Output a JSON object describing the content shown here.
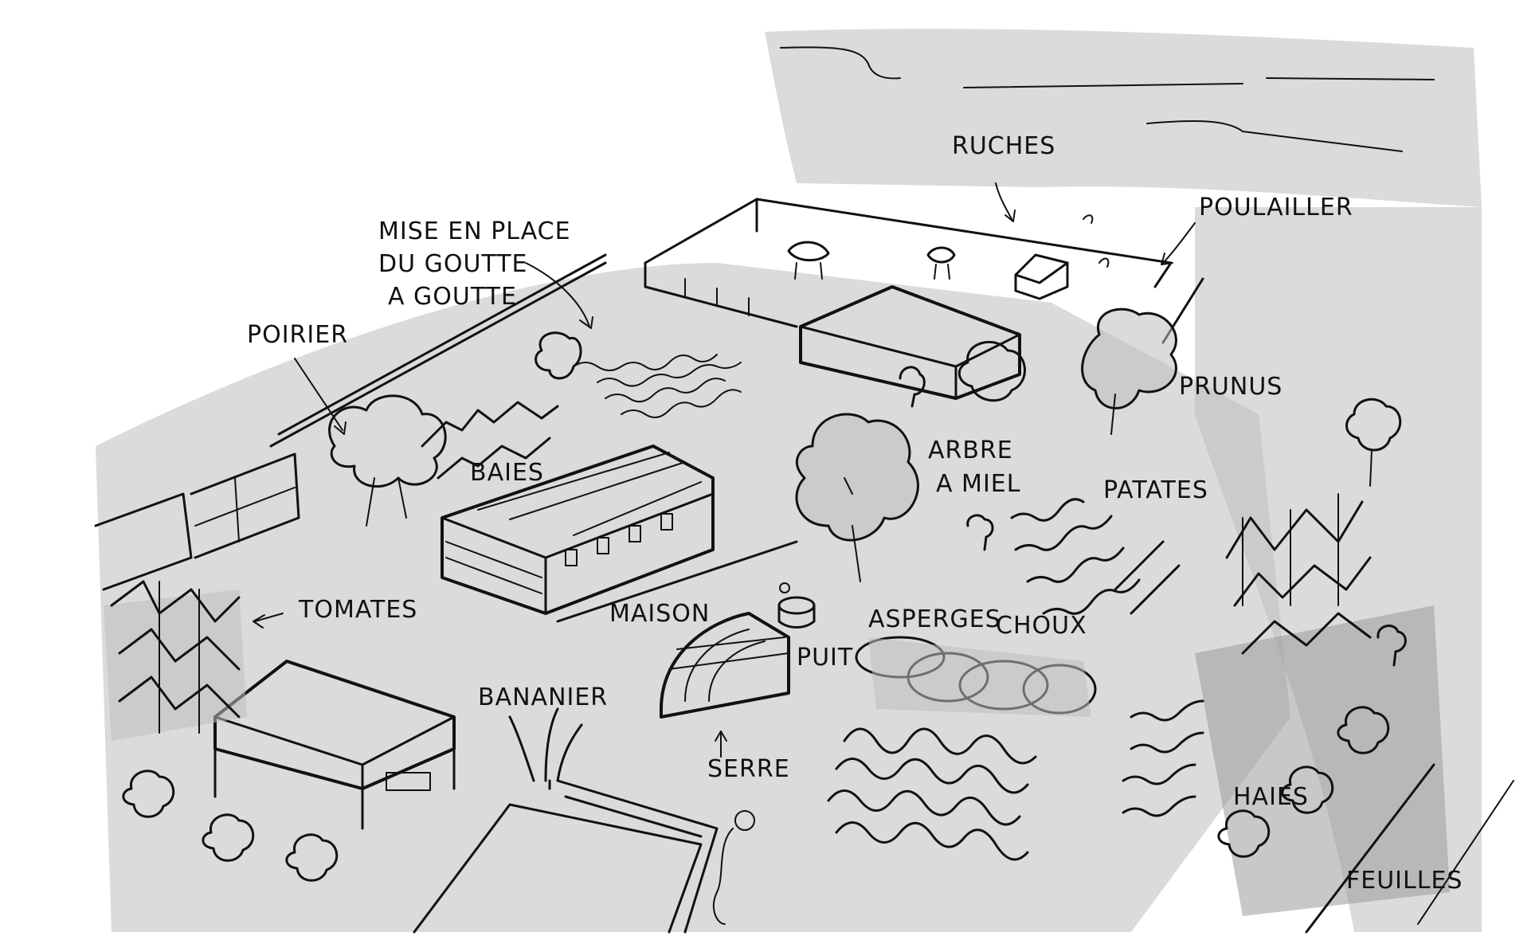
{
  "labels": {
    "ruches": "RUCHES",
    "poulailler": "POULAILLER",
    "goutte_l1": "MISE EN PLACE",
    "goutte_l2": "DU GOUTTE",
    "goutte_l3": "A GOUTTE",
    "poirier": "POIRIER",
    "prunus": "PRUNUS",
    "baies": "BAIES",
    "arbre_l1": "ARBRE",
    "arbre_l2": "A MIEL",
    "patates": "PATATES",
    "tomates": "TOMATES",
    "maison": "MAISON",
    "puit": "PUIT",
    "asperges": "ASPERGES",
    "choux": "CHOUX",
    "bananier": "BANANIER",
    "serre": "SERRE",
    "haies": "HAIES",
    "feuilles": "FEUILLES"
  },
  "icons": [
    "tree-icon",
    "beehive-icon",
    "chicken-coop-icon",
    "house-icon",
    "greenhouse-icon",
    "well-icon",
    "plant-row-icon"
  ],
  "colors": {
    "ink": "#111111",
    "shade": "#bdbdbd"
  }
}
